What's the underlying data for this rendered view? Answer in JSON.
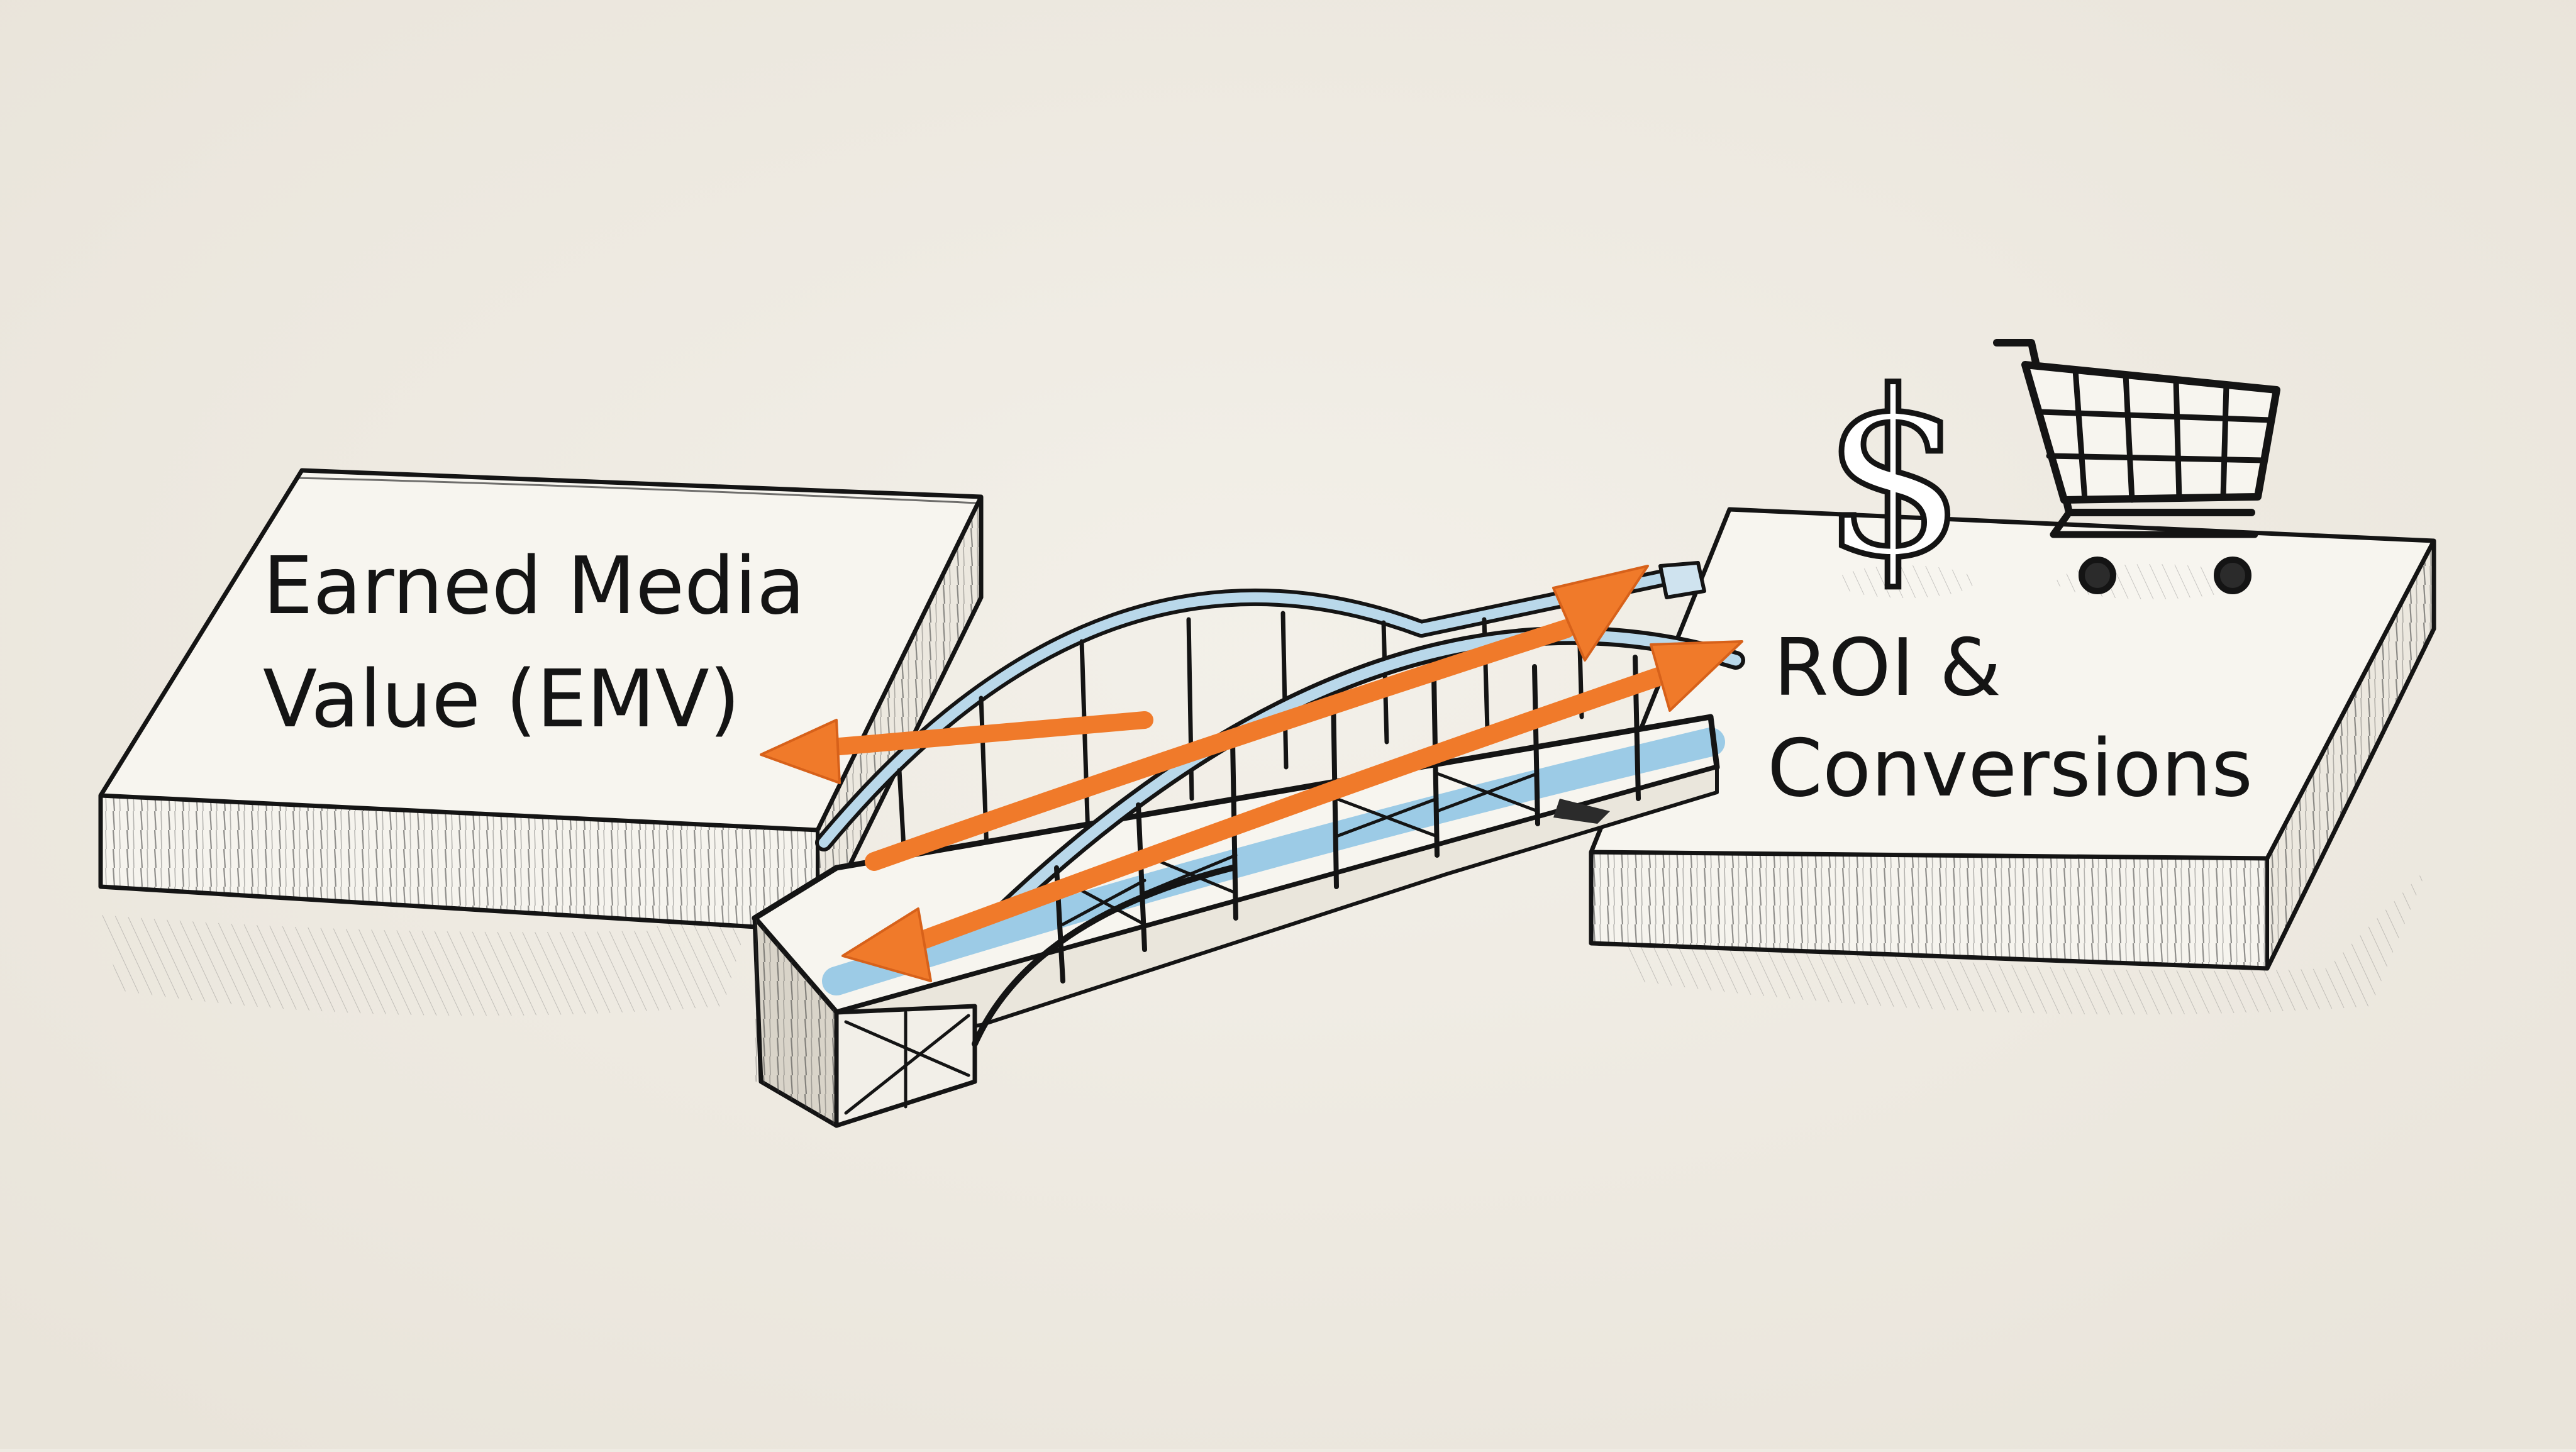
{
  "left_platform": {
    "label_line1": "Earned Media",
    "label_line2": "Value (EMV)"
  },
  "right_platform": {
    "label_line1": "ROI &",
    "label_line2": "Conversions"
  },
  "icons": {
    "currency": "dollar-sign-icon",
    "cart": "shopping-cart-icon"
  },
  "dollar_glyph": "$",
  "colors": {
    "paper": "#efebe3",
    "ink": "#141414",
    "arrow": "#f07a2a",
    "bridge_blue": "#8cc3e4"
  }
}
